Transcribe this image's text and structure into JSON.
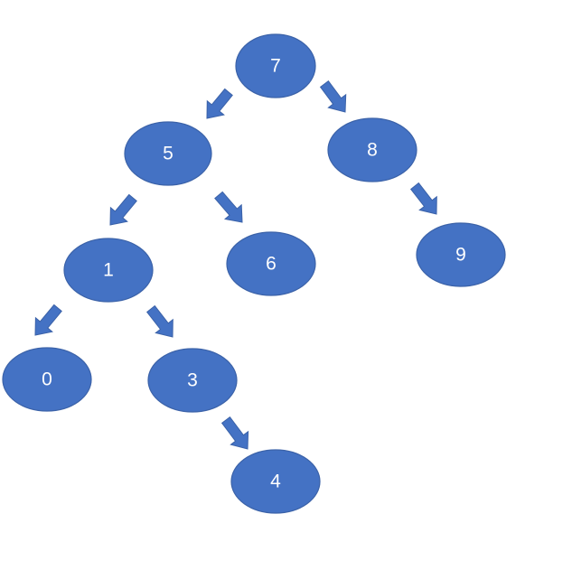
{
  "diagram": {
    "type": "binary-tree",
    "colors": {
      "node_fill": "#4472c4",
      "node_text": "#ffffff",
      "arrow_fill": "#4472c4"
    },
    "nodes": [
      {
        "id": "n7",
        "label": "7"
      },
      {
        "id": "n5",
        "label": "5"
      },
      {
        "id": "n8",
        "label": "8"
      },
      {
        "id": "n1",
        "label": "1"
      },
      {
        "id": "n6",
        "label": "6"
      },
      {
        "id": "n9",
        "label": "9"
      },
      {
        "id": "n0",
        "label": "0"
      },
      {
        "id": "n3",
        "label": "3"
      },
      {
        "id": "n4",
        "label": "4"
      }
    ],
    "edges": [
      {
        "from": "n7",
        "to": "n5"
      },
      {
        "from": "n7",
        "to": "n8"
      },
      {
        "from": "n5",
        "to": "n1"
      },
      {
        "from": "n5",
        "to": "n6"
      },
      {
        "from": "n8",
        "to": "n9"
      },
      {
        "from": "n1",
        "to": "n0"
      },
      {
        "from": "n1",
        "to": "n3"
      },
      {
        "from": "n3",
        "to": "n4"
      }
    ]
  }
}
